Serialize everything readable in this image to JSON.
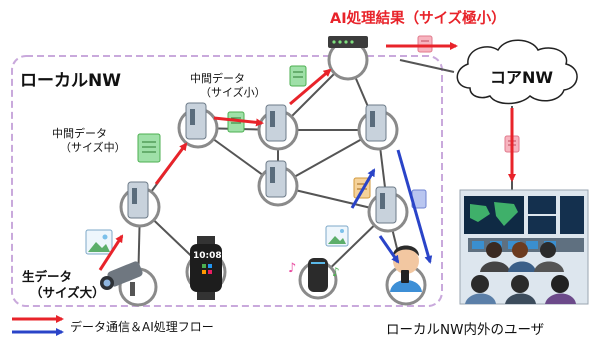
{
  "title": "AI処理結果（サイズ極小）",
  "local_network_label": "ローカルNW",
  "mid_data_small": {
    "line1": "中間データ",
    "line2": "（サイズ小）"
  },
  "mid_data_medium": {
    "line1": "中間データ",
    "line2": "（サイズ中）"
  },
  "raw_data": {
    "line1": "生データ",
    "line2": "（サイズ大）"
  },
  "core_network_label": "コアNW",
  "users_label": "ローカルNW内外のユーザ",
  "legend_label": "データ通信＆AI処理フロー",
  "watch_time": "10:08",
  "colors": {
    "flow_red": "#e8232a",
    "flow_blue": "#2a44c8",
    "local_border": "#c9a9dc",
    "node_ring": "#8a8a8a"
  }
}
